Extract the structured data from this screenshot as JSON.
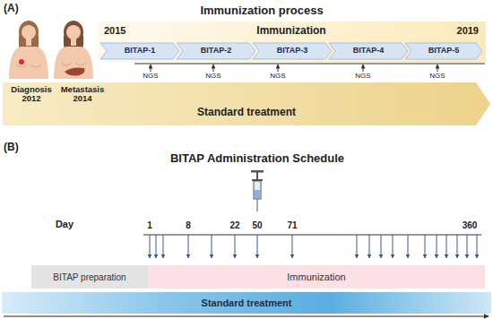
{
  "diagram": {
    "nodes": [
      {
        "text": [
          "2015",
          "Immunization",
          "2019"
        ]
      },
      {
        "text": [
          "BITAP-1"
        ],
        "in": 0
      },
      {
        "text": [
          "BITAP-2"
        ],
        "in": 0
      },
      {
        "text": [
          "BITAP-3"
        ],
        "in": 0
      },
      {
        "text": [
          "BITAP-4"
        ],
        "in": 0
      },
      {
        "text": [
          "BITAP-5"
        ],
        "in": 0
      },
      {
        "text": [
          "Diagnosis 2012",
          "Metastasis 2014",
          "Standard treatment"
        ]
      },
      {
        "text": [
          "BITAP preparation"
        ]
      },
      {
        "text": [
          "Immunization"
        ]
      },
      {
        "text": [
          "Standard treatment"
        ]
      }
    ],
    "labels": [
      "(A)",
      "Immunization process",
      "NGS",
      "NGS",
      "NGS",
      "NGS",
      "NGS",
      "(B)",
      "BITAP Administration Schedule",
      "Day",
      "1",
      "8",
      "22",
      "50",
      "71",
      "360"
    ]
  }
}
